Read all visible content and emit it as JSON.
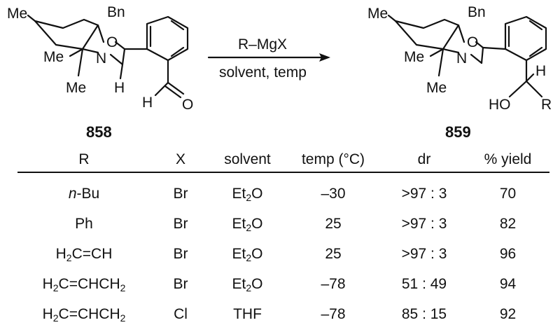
{
  "scheme": {
    "reactant": {
      "id": "858",
      "atoms": {
        "me_top": "Me",
        "bn": "Bn",
        "o": "O",
        "n": "N",
        "me_mid": "Me",
        "me_low": "Me",
        "h": "H",
        "cho_h": "H",
        "cho_o": "O"
      }
    },
    "product": {
      "id": "859",
      "atoms": {
        "me_top": "Me",
        "bn": "Bn",
        "o": "O",
        "n": "N",
        "me_mid": "Me",
        "me_low": "Me",
        "h": "H",
        "ho": "HO",
        "r": "R"
      }
    },
    "conditions": {
      "reagent": "R–MgX",
      "below": "solvent, temp"
    }
  },
  "table": {
    "headers": {
      "r": "R",
      "x": "X",
      "solvent": "solvent",
      "temp": "temp (°C)",
      "dr": "dr",
      "yield": "% yield"
    },
    "rows": [
      {
        "r_prefix": "n",
        "r_main": "-Bu",
        "x": "Br",
        "solv_main": "Et",
        "solv_sub": "2",
        "solv_end": "O",
        "temp": "–30",
        "dr": ">97 : 3",
        "yield": "70"
      },
      {
        "r_main": "Ph",
        "x": "Br",
        "solv_main": "Et",
        "solv_sub": "2",
        "solv_end": "O",
        "temp": "25",
        "dr": ">97 : 3",
        "yield": "82"
      },
      {
        "r_a": "H",
        "r_a_sub": "2",
        "r_b": "C=CH",
        "x": "Br",
        "solv_main": "Et",
        "solv_sub": "2",
        "solv_end": "O",
        "temp": "25",
        "dr": ">97 : 3",
        "yield": "96"
      },
      {
        "r_a": "H",
        "r_a_sub": "2",
        "r_b": "C=CHCH",
        "r_b_sub": "2",
        "x": "Br",
        "solv_main": "Et",
        "solv_sub": "2",
        "solv_end": "O",
        "temp": "–78",
        "dr": "51 : 49",
        "yield": "94"
      },
      {
        "r_a": "H",
        "r_a_sub": "2",
        "r_b": "C=CHCH",
        "r_b_sub": "2",
        "x": "Cl",
        "solv_main": "THF",
        "temp": "–78",
        "dr": "85 : 15",
        "yield": "92"
      }
    ]
  }
}
